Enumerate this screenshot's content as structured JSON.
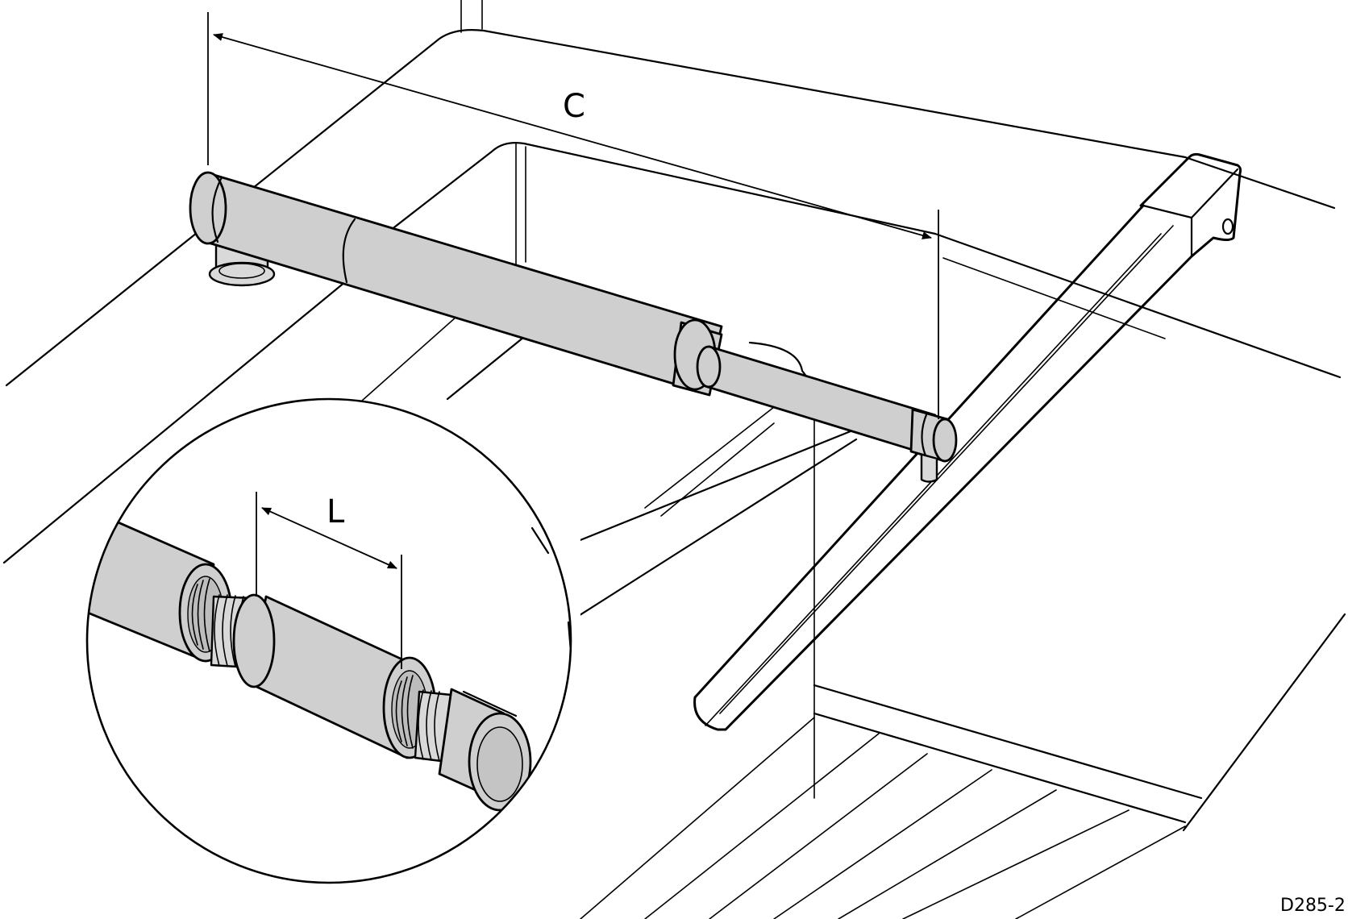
{
  "figure": {
    "dimension_c_label": "C",
    "dimension_l_label": "L",
    "figure_code": "D285-2"
  }
}
